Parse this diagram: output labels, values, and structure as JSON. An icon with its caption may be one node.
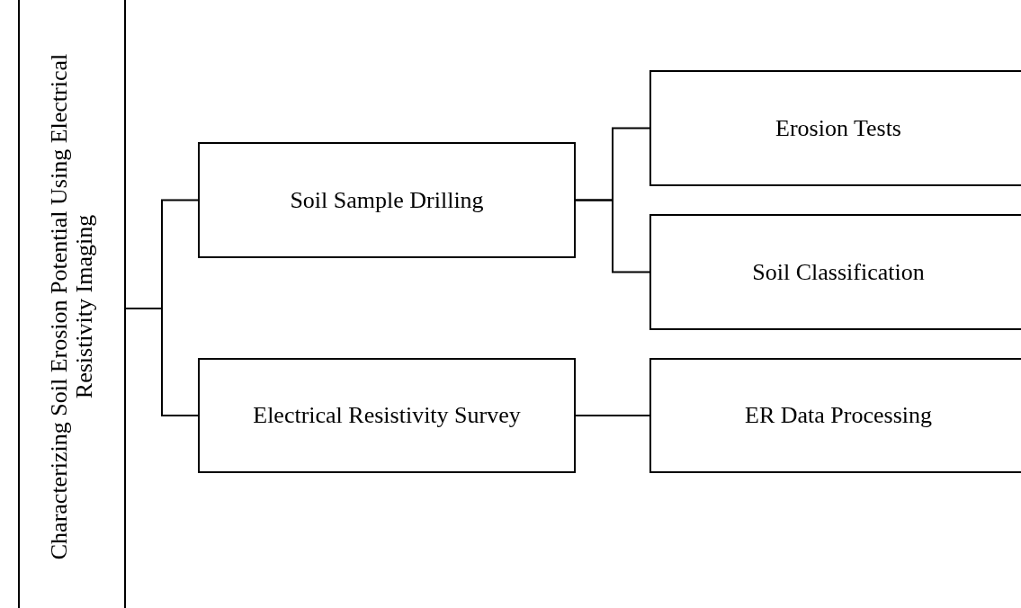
{
  "diagram": {
    "nodes": [
      {
        "text": [
          "Characterizing Soil Erosion Potential Using Electrical Resistivity Imaging"
        ]
      },
      {
        "text": [
          "Soil Sample Drilling"
        ]
      },
      {
        "text": [
          "Electrical Resistivity Survey"
        ]
      },
      {
        "text": [
          "Erosion Tests"
        ]
      },
      {
        "text": [
          "Soil Classification"
        ]
      },
      {
        "text": [
          "ER Data Processing"
        ]
      }
    ],
    "edges": [
      {
        "from": 0,
        "to": 1,
        "arrow": "none"
      },
      {
        "from": 0,
        "to": 2,
        "arrow": "none"
      },
      {
        "from": 1,
        "to": 3,
        "arrow": "none"
      },
      {
        "from": 1,
        "to": 4,
        "arrow": "none"
      },
      {
        "from": 2,
        "to": 5,
        "arrow": "none"
      }
    ]
  }
}
